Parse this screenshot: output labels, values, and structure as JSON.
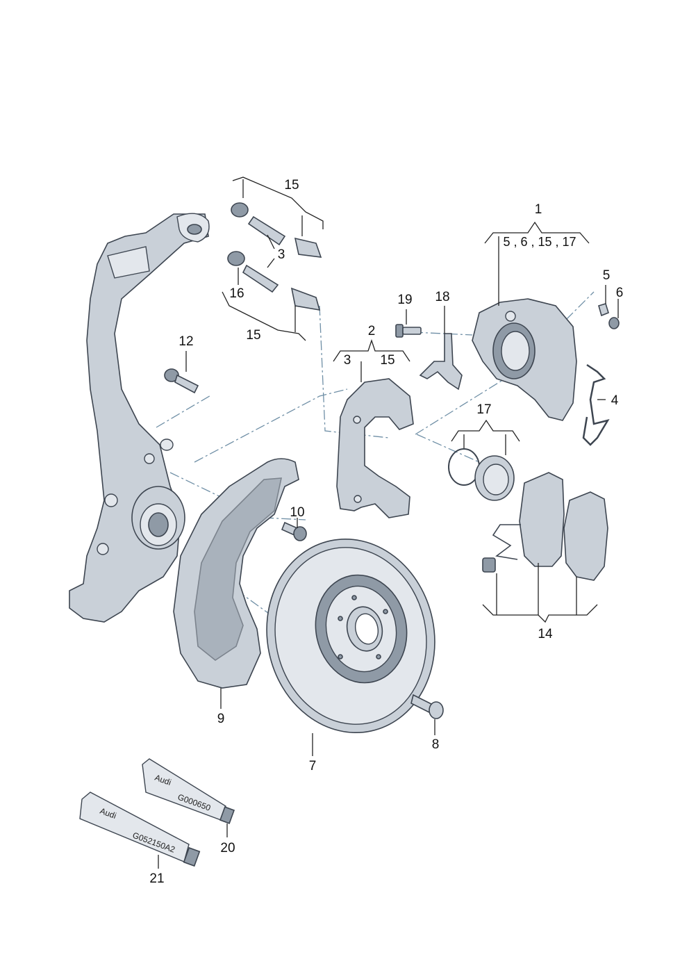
{
  "labels": {
    "l1": "1",
    "l1_group": "5 , 6 , 15 , 17",
    "l2": "2",
    "l2_left": "3",
    "l2_right": "15",
    "l3": "3",
    "l4": "4",
    "l5": "5",
    "l6": "6",
    "l7": "7",
    "l8": "8",
    "l9": "9",
    "l10": "10",
    "l12": "12",
    "l14": "14",
    "l15_top": "15",
    "l15_mid": "15",
    "l16": "16",
    "l17": "17",
    "l18": "18",
    "l19": "19",
    "l20": "20",
    "l21": "21"
  },
  "tubes": {
    "upper_code": "G000650",
    "lower_code": "G052150A2",
    "brand": "Audi"
  },
  "colors": {
    "part_fill": "#c9d0d8",
    "part_dark": "#8f9aa6",
    "outline": "#3d4550",
    "leader": "#222222",
    "dash_line": "#6f8fa6"
  }
}
